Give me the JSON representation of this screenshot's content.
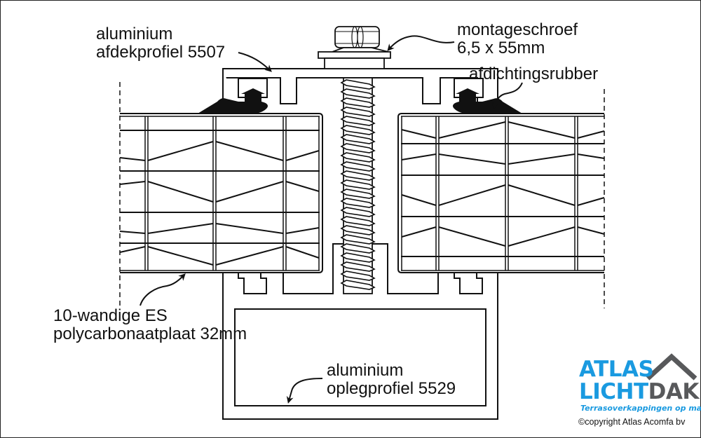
{
  "diagram": {
    "title": "Cross-section mounting detail",
    "labels": {
      "cover_profile": [
        "aluminium",
        "afdekprofiel 5507"
      ],
      "screw": [
        "montageschroef",
        "6,5 x 55mm"
      ],
      "gasket": [
        "afdichtingsrubber"
      ],
      "sheet": [
        "10-wandige ES",
        "polycarbonaatplaat 32mm"
      ],
      "base_profile": [
        "aluminium",
        "oplegprofiel 5529"
      ]
    }
  },
  "logo": {
    "line1": "ATLAS",
    "line2_blue": "LICHT",
    "line2_gray": "DAK",
    "tagline": "Terrasoverkappingen op maat",
    "colors": {
      "blue": "#1a9ae0",
      "gray": "#58595b"
    }
  },
  "copyright": "©copyright Atlas Acomfa bv",
  "colors": {
    "line": "#111111",
    "background": "#ffffff"
  }
}
